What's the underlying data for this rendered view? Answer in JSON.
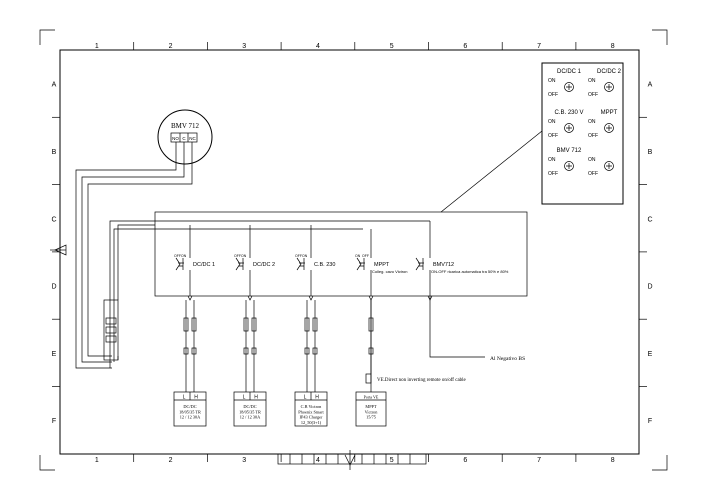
{
  "grid": {
    "columns": [
      "1",
      "2",
      "3",
      "4",
      "5",
      "6",
      "7",
      "8"
    ],
    "rows": [
      "A",
      "B",
      "C",
      "D",
      "E",
      "F"
    ]
  },
  "bmv": {
    "label": "BMV 712",
    "terminals": [
      "NO",
      "C",
      "NC"
    ]
  },
  "switches": [
    {
      "on": "OFF",
      "off": "ON",
      "label": "DC/DC 1",
      "extra": ""
    },
    {
      "on": "OFF",
      "off": "ON",
      "label": "DC/DC 2",
      "extra": ""
    },
    {
      "on": "OFF",
      "off": "ON",
      "label": "C.B. 230",
      "extra": ""
    },
    {
      "on": "ON",
      "off": "OFF",
      "label": "MPPT",
      "extra": "Colleg. cavo Victron"
    },
    {
      "on": "",
      "off": "",
      "label": "BMV712",
      "extra": "ON-OFF ricarica automatica tra 50% e 80%"
    }
  ],
  "panel": {
    "cells": [
      {
        "name": "DC/DC 1",
        "on": "ON",
        "off": "OFF"
      },
      {
        "name": "DC/DC 2",
        "on": "ON",
        "off": "OFF"
      },
      {
        "name": "C.B. 230 V",
        "on": "ON",
        "off": "OFF"
      },
      {
        "name": "MPPT",
        "on": "ON",
        "off": "OFF"
      },
      {
        "name": "BMV 712",
        "on": "ON",
        "off": "OFF"
      },
      {
        "name": "",
        "on": "ON",
        "off": "OFF"
      }
    ]
  },
  "devices": [
    {
      "terminals": [
        "L",
        "H"
      ],
      "lines": [
        "DC/DC",
        "18/05/35 TR",
        "12 / 12 30A"
      ]
    },
    {
      "terminals": [
        "L",
        "H"
      ],
      "lines": [
        "DC/DC",
        "18/05/35 TR",
        "12 / 12 30A"
      ]
    },
    {
      "terminals": [
        "L",
        "H"
      ],
      "lines": [
        "C.B Victron",
        "Phoenix Smart",
        "IP43 Charger",
        "12_50(3+1)"
      ]
    },
    {
      "terminals": [
        "Porta VE"
      ],
      "lines": [
        "MPPT",
        "Victron",
        "15/75"
      ]
    }
  ],
  "negativo_label": "Al Negativo BS",
  "ve_label": "VE.Direct non inverting remote on/off cable"
}
